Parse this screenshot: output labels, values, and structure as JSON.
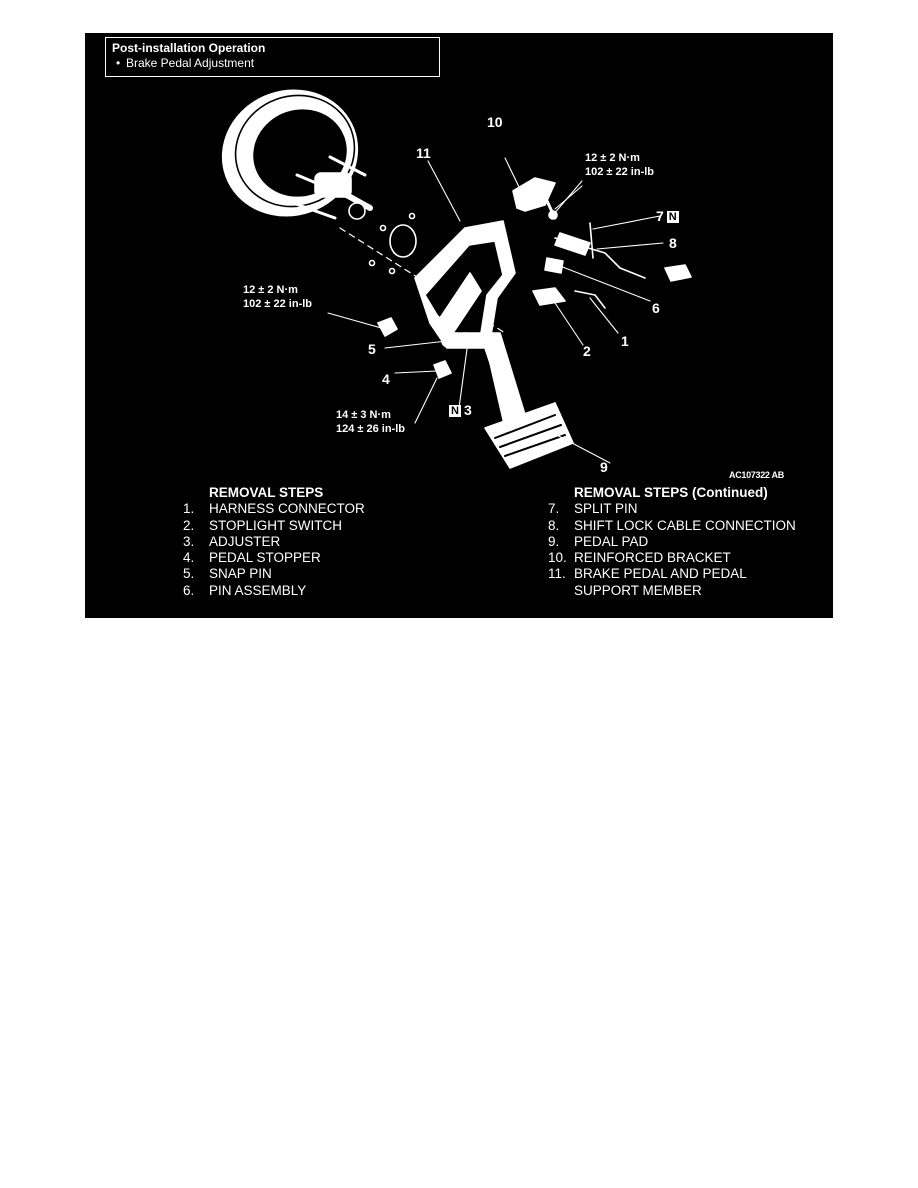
{
  "note": {
    "title": "Post-installation Operation",
    "bullet": "Brake Pedal Adjustment"
  },
  "callouts": {
    "c1": "1",
    "c2": "2",
    "c3": "3",
    "c4": "4",
    "c5": "5",
    "c6": "6",
    "c7": "7",
    "c8": "8",
    "c9": "9",
    "c10": "10",
    "c11": "11",
    "new_mark": "N"
  },
  "torques": {
    "top_right": {
      "metric": "12 ± 2 N·m",
      "imperial": "102 ± 22 in-lb"
    },
    "left": {
      "metric": "12 ± 2 N·m",
      "imperial": "102 ± 22 in-lb"
    },
    "bottom": {
      "metric": "14 ± 3 N·m",
      "imperial": "124 ± 26 in-lb"
    }
  },
  "figure_code": "AC107322 AB",
  "removal": {
    "heading": "REMOVAL STEPS",
    "items": [
      {
        "n": "1.",
        "label": "HARNESS CONNECTOR"
      },
      {
        "n": "2.",
        "label": "STOPLIGHT SWITCH"
      },
      {
        "n": "3.",
        "label": "ADJUSTER"
      },
      {
        "n": "4.",
        "label": "PEDAL STOPPER"
      },
      {
        "n": "5.",
        "label": "SNAP PIN"
      },
      {
        "n": "6.",
        "label": "PIN ASSEMBLY"
      }
    ]
  },
  "removal_cont": {
    "heading": "REMOVAL STEPS (Continued)",
    "items": [
      {
        "n": "7.",
        "label": "SPLIT PIN"
      },
      {
        "n": "8.",
        "label": "SHIFT LOCK CABLE CONNECTION"
      },
      {
        "n": "9.",
        "label": "PEDAL PAD"
      },
      {
        "n": "10.",
        "label": "REINFORCED BRACKET"
      },
      {
        "n": "11.",
        "label": "BRAKE PEDAL AND PEDAL"
      }
    ],
    "continuation": "SUPPORT MEMBER"
  },
  "colors": {
    "background": "#000000",
    "ink": "#ffffff",
    "page": "#ffffff"
  }
}
